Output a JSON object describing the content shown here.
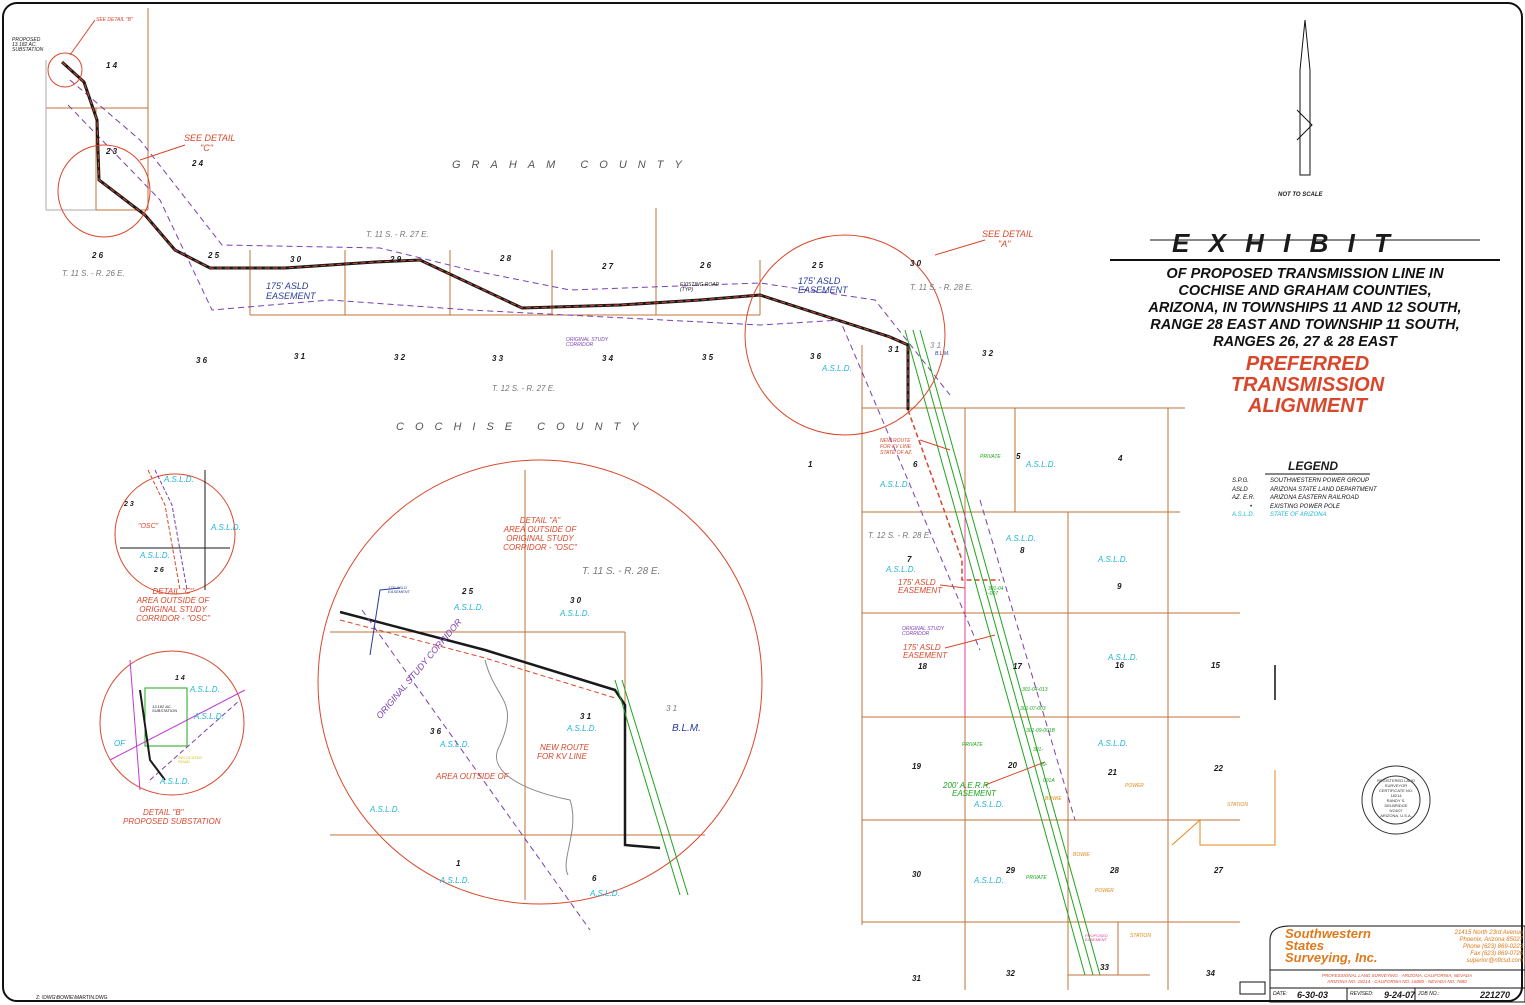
{
  "exhibit": {
    "title": "E X H I B I T",
    "subtitle_lines": [
      "OF PROPOSED TRANSMISSION LINE IN",
      "COCHISE AND GRAHAM COUNTIES,",
      "ARIZONA, IN TOWNSHIPS 11 AND 12 SOUTH,",
      "RANGE 28 EAST AND TOWNSHIP 11 SOUTH,",
      "RANGES 26, 27 & 28 EAST"
    ],
    "preferred_lines": [
      "PREFERRED",
      "TRANSMISSION",
      "ALIGNMENT"
    ],
    "not_to_scale": "NOT TO SCALE"
  },
  "counties": {
    "graham": "GRAHAM COUNTY",
    "cochise": "COCHISE COUNTY"
  },
  "townships": {
    "t11s_r26e": "T. 11 S. - R. 26 E.",
    "t11s_r27e": "T. 11 S. - R. 27 E.",
    "t12s_r27e": "T. 12 S. - R. 27 E.",
    "t11s_r28e": "T. 11 S. - R. 28 E.",
    "t12s_r28e": "T. 12 S. - R. 28 E."
  },
  "legend": {
    "title": "LEGEND",
    "items": [
      {
        "code": "S.P.G.",
        "desc": "SOUTHWESTERN POWER GROUP"
      },
      {
        "code": "ASLD",
        "desc": "ARIZONA STATE LAND DEPARTMENT"
      },
      {
        "code": "AZ. E.R.",
        "desc": "ARIZONA EASTERN RAILROAD"
      },
      {
        "code": "•",
        "desc": "EXISTING POWER POLE"
      },
      {
        "code": "A.S.L.D.",
        "desc": "STATE OF ARIZONA"
      }
    ]
  },
  "callouts": {
    "see_detail_b": "SEE DETAIL \"B\"",
    "see_detail_c_1": "SEE DETAIL",
    "see_detail_c_2": "\"C\"",
    "see_detail_a_1": "SEE DETAIL",
    "see_detail_a_2": "\"A\"",
    "proposed_substation": "PROPOSED 13.182 AC. SUBSTATION",
    "easement_175_1": "175' ASLD",
    "easement_175_2": "EASEMENT",
    "existing_road": "EXISTING ROAD (TYP)",
    "original_corridor": "ORIGINAL STUDY CORRIDOR",
    "new_route_1": "NEW ROUTE",
    "new_route_2": "FOR KV LINE",
    "new_route_3": "STATE OF AZ.",
    "blm": "B.L.M.",
    "private": "PRIVATE",
    "aerr_1": "200' A.E.R.R.",
    "aerr_2": "EASEMENT",
    "power": "POWER",
    "station": "STATION",
    "bowie": "BOWIE",
    "asld": "A.S.L.D.",
    "parcel_1": "301-04 -007",
    "parcel_2": "301-04-013",
    "parcel_3": "301-07-003",
    "parcel_4": "301-09-001B",
    "parcel_5": "301-",
    "parcel_6": "09-",
    "parcel_7": "001A",
    "proposed_easement": "PROPOSED EASEMENT"
  },
  "detail_a": {
    "title_lines": [
      "DETAIL \"A\"",
      "AREA OUTSIDE OF",
      "ORIGINAL STUDY",
      "CORRIDOR - \"OSC\""
    ],
    "township": "T. 11 S. - R. 28 E.",
    "corridor": "ORIGINAL STUDY CORRIDOR",
    "area_outside": "AREA OUTSIDE OF",
    "new_route_1": "NEW ROUTE",
    "new_route_2": "FOR KV LINE",
    "easement": "175' ASLD EASEMENT"
  },
  "detail_b": {
    "title_1": "DETAIL \"B\"",
    "title_2": "PROPOSED SUBSTATION",
    "substation": "13.182 AC. SUBSTATION",
    "relocated": "RELOCATED ROAD",
    "of": "OF"
  },
  "detail_c": {
    "title_lines": [
      "DETAIL \"C\"",
      "AREA OUTSIDE OF",
      "ORIGINAL STUDY",
      "CORRIDOR - \"OSC\""
    ],
    "osc": "\"OSC\""
  },
  "sections": {
    "s14": "1 4",
    "s23": "2 3",
    "s24": "2 4",
    "s26": "2 6",
    "s25": "2 5",
    "s30": "3 0",
    "s29": "2 9",
    "s28": "2 8",
    "s27": "2 7",
    "s26b": "2 6",
    "s25b": "2 5",
    "s30b": "3 0",
    "s36": "3 6",
    "s31": "3 1",
    "s32": "3 2",
    "s33": "3 3",
    "s34": "3 4",
    "s35": "3 5",
    "s36b": "3 6",
    "s31b": "3 1",
    "s32b": "3 2",
    "s1": "1",
    "s6": "6",
    "s5": "5",
    "s4": "4",
    "s7": "7",
    "s8": "8",
    "s9": "9",
    "s18": "18",
    "s17": "17",
    "s16": "16",
    "s15": "15",
    "s19": "19",
    "s20": "20",
    "s21": "21",
    "s22": "22",
    "s30c": "30",
    "s29c": "29",
    "s28c": "28",
    "s27c": "27",
    "s31c": "31",
    "s32c": "32",
    "s33c": "33",
    "s34c": "34",
    "d14": "1 4",
    "d23": "2 3",
    "d26": "2 6",
    "da25": "2 5",
    "da30": "3 0",
    "da36": "3 6",
    "da31": "3 1",
    "da31b": "3 1",
    "da1": "1",
    "da6": "6"
  },
  "title_block": {
    "company_1": "Southwestern",
    "company_2": "States",
    "company_3": "Surveying, Inc.",
    "address_1": "21415 North 23rd Avenue",
    "address_2": "Phoenix, Arizona 85027",
    "address_3": "Phone (623) 869-0223",
    "address_4": "Fax (623) 869-0726",
    "address_5": "superior@nflcsd.com",
    "services_1": "PROFESSIONAL LAND SURVEYING - ARIZONA, CALIFORNIA, NEVADA",
    "services_2": "ARIZONA NO. 18214 - CALIFORNIA NO. L6080 - NEVADA NO. 7680",
    "date_label": "DATE:",
    "date_value": "6-30-03",
    "revised_label": "REVISED:",
    "revised_value": "9-24-07",
    "job_label": "JOB NO.:",
    "job_value": "221270"
  },
  "seal": {
    "ring": "REGISTERED LAND SURVEYOR",
    "cert": "CERTIFICATE NO.",
    "number": "18214",
    "name_1": "RANDY S.",
    "name_2": "DELBRIDGE",
    "date": "9/24/07",
    "state": "ARIZONA, U.S.A."
  },
  "file_path": "Z: \\DWG\\BOWIE\\MARTIN.DWG",
  "colors": {
    "route": "#d9472b",
    "section_lines": "#c0703a",
    "corridor": "#7a3fb0",
    "rail": "#1ea51e",
    "state_land": "#1fb3d6",
    "ink": "#1a1a1a"
  }
}
